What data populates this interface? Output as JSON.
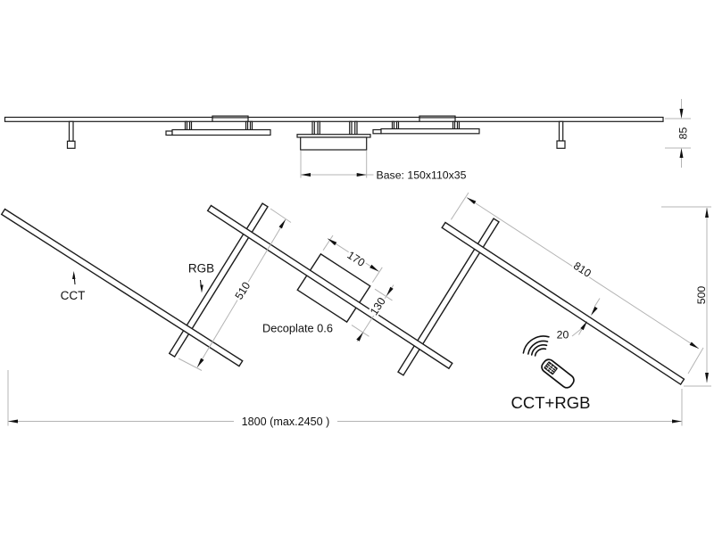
{
  "drawing": {
    "title": "ceiling-light technical drawing",
    "side_view": {
      "base_label": "Base: 150x110x35",
      "height_dim": "85"
    },
    "plan_view": {
      "bar_left_label": "CCT",
      "cross_bar_label": "RGB",
      "plate_label": "Decoplate 0.6",
      "remote_label": "CCT+RGB",
      "dims": {
        "cross_bar_length": "510",
        "right_bar_length": "810",
        "plate_length": "170",
        "plate_width": "130",
        "bar_width": "20",
        "overall_depth": "500",
        "overall_width": "1800 (max.2450 )"
      }
    },
    "colors": {
      "line": "#1c1c1c",
      "dim_line": "#b4b4b4",
      "text": "#111111",
      "background": "#ffffff"
    }
  }
}
